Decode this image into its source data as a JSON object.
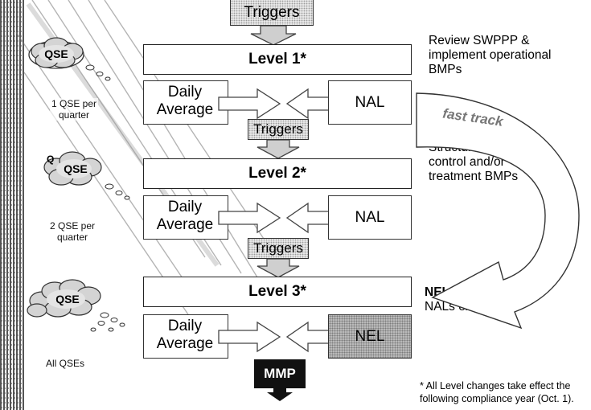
{
  "triggers_label": "Triggers",
  "levels": [
    {
      "label": "Level 1*"
    },
    {
      "label": "Level 2*"
    },
    {
      "label": "Level 3*"
    }
  ],
  "daily_average": "Daily Average",
  "nal": "NAL",
  "nel": "NEL",
  "qse": "QSE",
  "q_letter": "Q",
  "qse_counts": [
    "1 QSE per quarter",
    "2 QSE per quarter",
    "All QSEs"
  ],
  "actions": {
    "level1": "Review SWPPP & implement operational BMPs",
    "level2": "Structural source control and/or treatment BMPs",
    "level3_bold": "NELs",
    "level3_rest": " (based on NALs exceeded)"
  },
  "fast_track": "fast track",
  "mmp": "MMP",
  "footnote": "* All Level changes take effect the following compliance year (Oct. 1)."
}
